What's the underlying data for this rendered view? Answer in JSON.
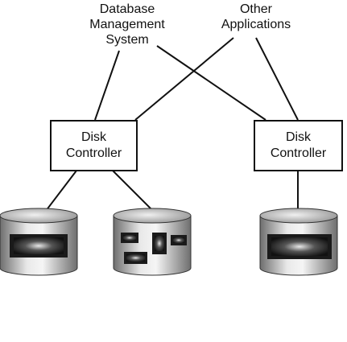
{
  "labels": {
    "dbms": [
      "Database",
      "Management",
      "System"
    ],
    "other_apps": [
      "Other",
      "Applications"
    ]
  },
  "controllers": {
    "left": [
      "Disk",
      "Controller"
    ],
    "right": [
      "Disk",
      "Controller"
    ]
  },
  "colors": {
    "line": "#111111",
    "disk_light": "#f2f2f2",
    "disk_dark": "#7a7a7a",
    "slot_dark": "#1a1a1a"
  }
}
